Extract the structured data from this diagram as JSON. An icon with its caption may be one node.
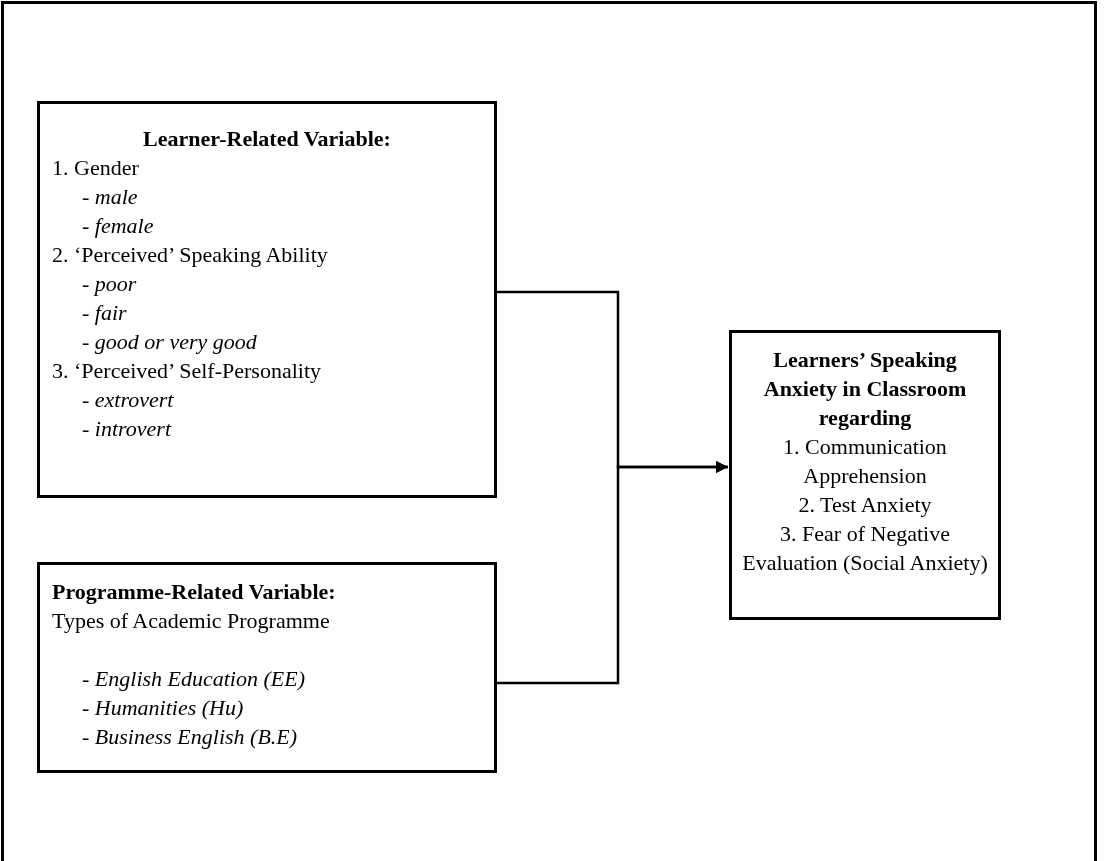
{
  "diagram": {
    "nodes": [
      {
        "text": [
          "Learner-Related Variable:",
          "1. Gender",
          "- *male*",
          "- *female*",
          "2. ‘Perceived’ Speaking Ability",
          "- *poor*",
          "- *fair*",
          "- *good or very good*",
          "3. ‘Perceived’ Self-Personality",
          "- *extrovert*",
          "- *introvert*"
        ]
      },
      {
        "text": [
          "Programme-Related Variable:",
          "Types of Academic Programme",
          "- *English Education (EE)*",
          "- *Humanities (Hu)*",
          "- *Business English (B.E)*"
        ]
      },
      {
        "text": [
          "Learners’ Speaking Anxiety in Classroom regarding",
          "1. Communication Apprehension",
          "2. Test Anxiety",
          "3. Fear of Negative Evaluation (Social Anxiety)"
        ]
      }
    ],
    "edges": [
      {
        "from": 0,
        "to": 2,
        "arrow": "to"
      },
      {
        "from": 1,
        "to": 2,
        "arrow": "to"
      }
    ]
  }
}
